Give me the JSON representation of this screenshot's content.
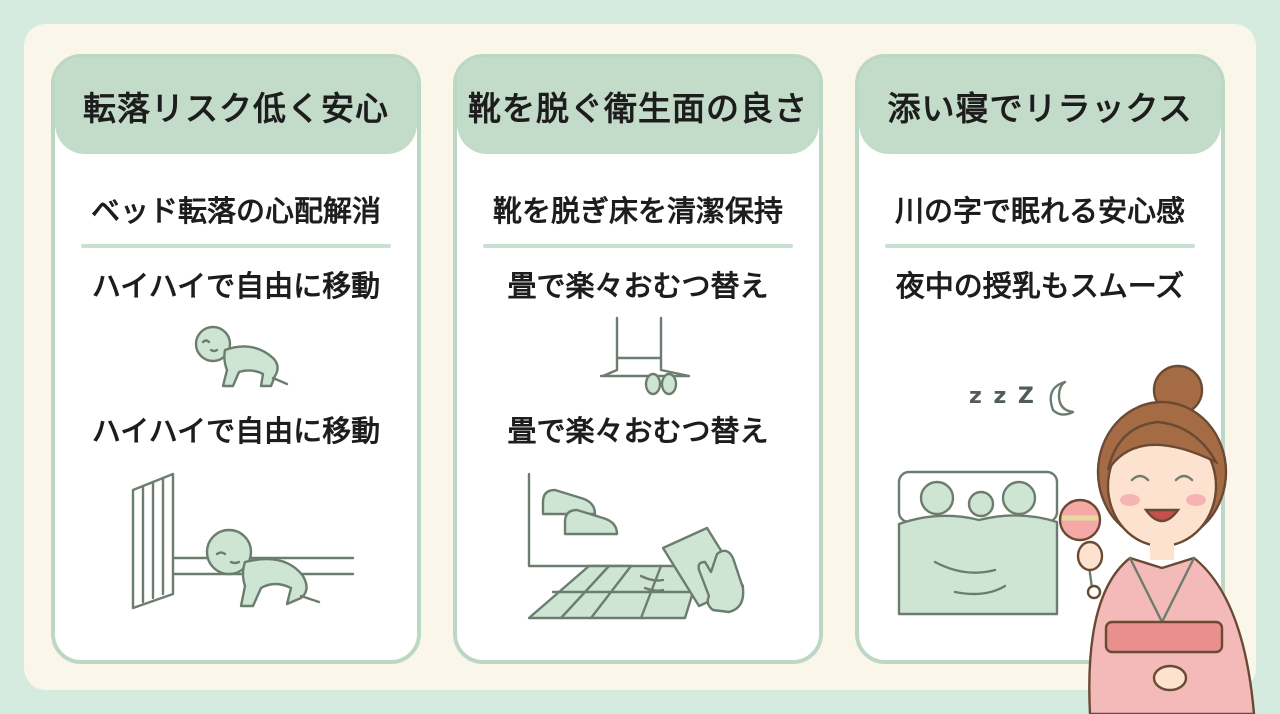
{
  "columns": [
    {
      "header": "転落リスク低く安心",
      "lines": [
        "ベッド転落の心配解消",
        "ハイハイで自由に移動",
        "ハイハイで自由に移動"
      ],
      "icons": [
        "crawling-baby-icon",
        "baby-near-railing-icon"
      ]
    },
    {
      "header": "靴を脱ぐ衛生面の良さ",
      "lines": [
        "靴を脱ぎ床を清潔保持",
        "畳で楽々おむつ替え",
        "畳で楽々おむつ替え"
      ],
      "icons": [
        "entrance-slippers-icon",
        "shoes-and-wiping-floor-icon"
      ]
    },
    {
      "header": "添い寝でリラックス",
      "lines": [
        "川の字で眠れる安心感",
        "夜中の授乳もスムーズ"
      ],
      "icons": [
        "family-co-sleeping-icon",
        "mother-with-rattle-icon"
      ]
    }
  ],
  "decoration": {
    "sleep_text": "z z Z"
  },
  "colors": {
    "background": "#d6ebdf",
    "frame": "#fbf6ea",
    "card_border": "#bcd8c5",
    "header_fill": "#c3dcc9",
    "illustration_green": "#cfe5d3",
    "kimono_pink": "#f4b9b9"
  }
}
